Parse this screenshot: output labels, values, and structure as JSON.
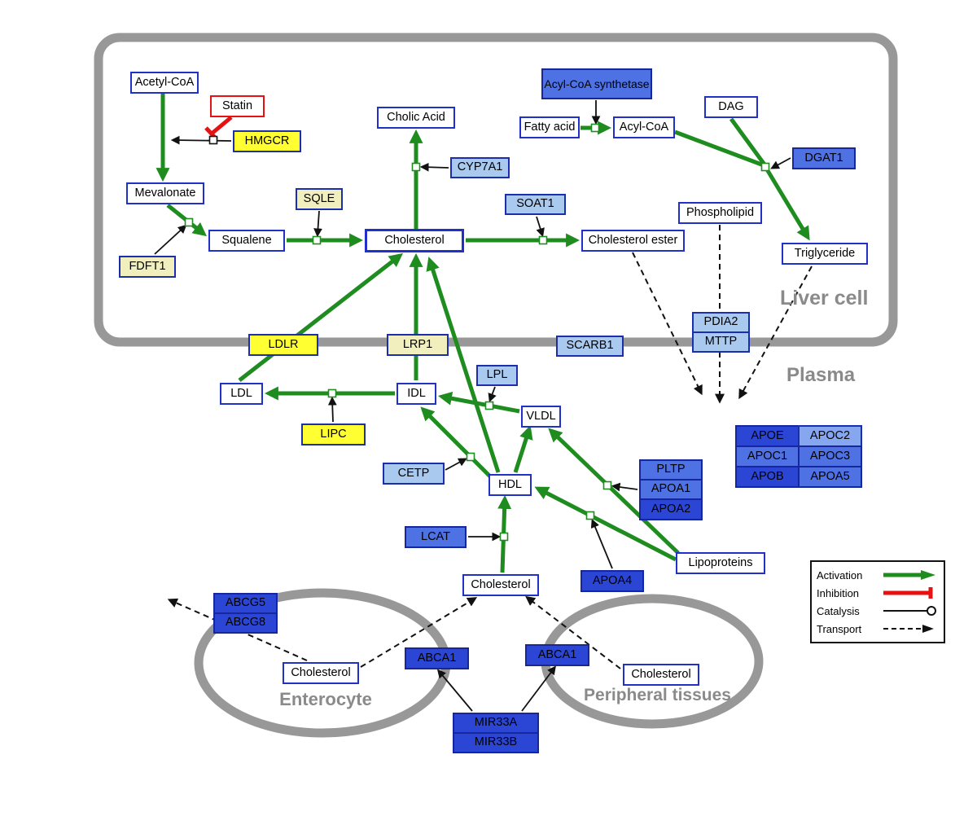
{
  "regions": {
    "liver_cell": "Liver cell",
    "plasma": "Plasma",
    "enterocyte": "Enterocyte",
    "peripheral_tissues": "Peripheral tissues"
  },
  "nodes": {
    "acetyl_coa": "Acetyl-CoA",
    "statin": "Statin",
    "hmgcr": "HMGCR",
    "mevalonate": "Mevalonate",
    "fdft1": "FDFT1",
    "squalene": "Squalene",
    "sqle": "SQLE",
    "cholesterol_liver": "Cholesterol",
    "cholic_acid": "Cholic Acid",
    "cyp7a1": "CYP7A1",
    "soat1": "SOAT1",
    "cholesterol_ester": "Cholesterol ester",
    "acyl_coa_synthetase": "Acyl-CoA synthetase",
    "fatty_acid": "Fatty acid",
    "acyl_coa": "Acyl-CoA",
    "dag": "DAG",
    "dgat1": "DGAT1",
    "phospholipid": "Phospholipid",
    "triglyceride": "Triglyceride",
    "pdia2": "PDIA2",
    "mttp": "MTTP",
    "ldlr": "LDLR",
    "lrp1": "LRP1",
    "scarb1": "SCARB1",
    "ldl": "LDL",
    "idl": "IDL",
    "lpl": "LPL",
    "vldl": "VLDL",
    "lipc": "LIPC",
    "cetp": "CETP",
    "hdl": "HDL",
    "pltp": "PLTP",
    "apoa1": "APOA1",
    "apoa2": "APOA2",
    "lcat": "LCAT",
    "apoa4": "APOA4",
    "lipoproteins": "Lipoproteins",
    "apoe": "APOE",
    "apoc2": "APOC2",
    "apoc1": "APOC1",
    "apoc3": "APOC3",
    "apob": "APOB",
    "apoa5": "APOA5",
    "cholesterol_plasma": "Cholesterol",
    "abcg5": "ABCG5",
    "abcg8": "ABCG8",
    "cholesterol_enterocyte": "Cholesterol",
    "abca1_enterocyte": "ABCA1",
    "abca1_peripheral": "ABCA1",
    "cholesterol_peripheral": "Cholesterol",
    "mir33a": "MIR33A",
    "mir33b": "MIR33B"
  },
  "legend": {
    "activation": "Activation",
    "inhibition": "Inhibition",
    "catalysis": "Catalysis",
    "transport": "Transport"
  },
  "palette": {
    "activation_green": "#1e8c1e",
    "inhibition_red": "#e81111",
    "membrane_gray": "#989898",
    "metabolite_border_blue": "#2130c8",
    "gene_border_blue": "#16269c",
    "gene_yellow": "#ffff32",
    "gene_pale_yellow": "#f2efbe",
    "gene_light_blue": "#a9c9ef",
    "gene_medium_blue": "#4e71e4",
    "gene_dark_blue": "#2b46d4"
  }
}
